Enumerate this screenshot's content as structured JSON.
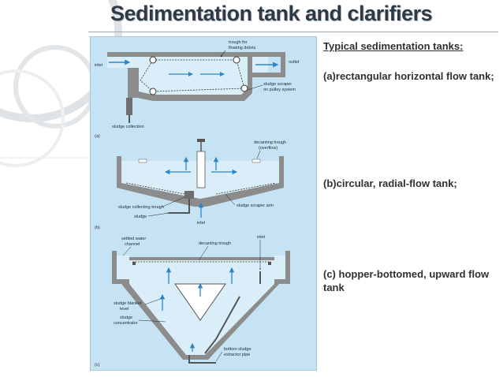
{
  "slide": {
    "title": "Sedimentation tank and clarifiers"
  },
  "captions": {
    "heading": "Typical sedimentation tanks:",
    "a": "(a)rectangular horizontal flow tank;",
    "b": "(b)circular, radial-flow tank;",
    "c": "(c) hopper-bottomed, upward flow tank"
  },
  "diagram_a": {
    "trough": "trough for floating debris",
    "inlet": "inlet",
    "outlet": "outlet",
    "scraper": "sludge scraper on pulley system",
    "collection": "sludge collection",
    "tag": "(a)"
  },
  "diagram_b": {
    "decanting": "decanting trough (overflow)",
    "collecting": "sludge collecting trough",
    "scraper_arm": "sludge scraper arm",
    "sludge": "sludge",
    "inlet": "inlet",
    "tag": "(b)"
  },
  "diagram_c": {
    "settled": "settled water channel",
    "decanting": "decanting trough",
    "inlet": "inlet",
    "blanket": "sludge blanket level",
    "concentrator": "sludge concentrator",
    "extractor": "bottom sludge extractor pipe",
    "tag": "(c)"
  },
  "colors": {
    "panel_bg": "#c6e3f3",
    "water": "#d9eef9",
    "concrete": "#8c8c8c",
    "arrow": "#2f86c6"
  }
}
